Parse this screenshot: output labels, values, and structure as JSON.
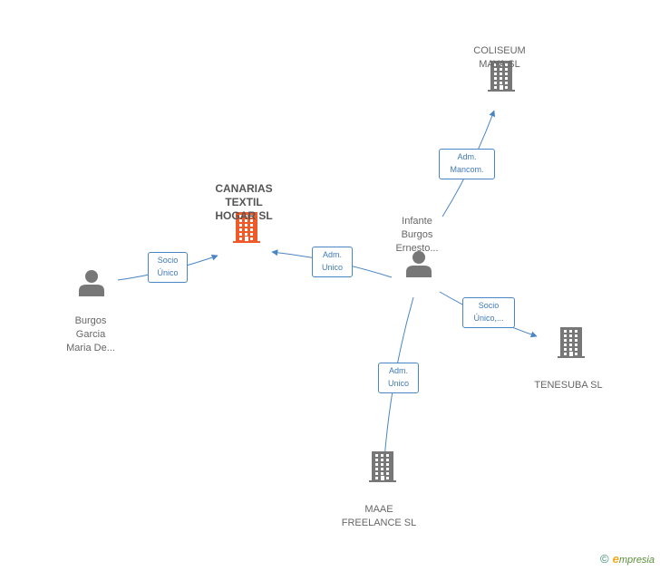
{
  "colors": {
    "main_company": "#f05a28",
    "company": "#777777",
    "person": "#777777",
    "edge": "#4a86c5"
  },
  "nodes": {
    "canarias": {
      "lines": [
        "CANARIAS",
        "TEXTIL",
        "HOGAR SL"
      ],
      "type": "company-main",
      "icon": "building-icon"
    },
    "coliseum": {
      "lines": [
        "COLISEUM",
        "MAYA  SL"
      ],
      "type": "company",
      "icon": "building-icon"
    },
    "tenesuba": {
      "lines": [
        "TENESUBA SL"
      ],
      "type": "company",
      "icon": "building-icon"
    },
    "maae": {
      "lines": [
        "MAAE",
        "FREELANCE SL"
      ],
      "type": "company",
      "icon": "building-icon"
    },
    "infante": {
      "lines": [
        "Infante",
        "Burgos",
        "Ernesto..."
      ],
      "type": "person",
      "icon": "person-icon"
    },
    "burgos": {
      "lines": [
        "Burgos",
        "Garcia",
        "Maria De..."
      ],
      "type": "person",
      "icon": "person-icon"
    }
  },
  "edges": {
    "burgos_canarias": {
      "lines": [
        "Socio",
        "Único"
      ]
    },
    "infante_canarias": {
      "lines": [
        "Adm.",
        "Unico"
      ]
    },
    "infante_coliseum": {
      "lines": [
        "Adm.",
        "Mancom."
      ]
    },
    "infante_tenesuba": {
      "lines": [
        "Socio",
        "Único,..."
      ]
    },
    "infante_maae": {
      "lines": [
        "Adm.",
        "Unico"
      ]
    }
  },
  "footer": {
    "copyright": "©",
    "brand_initial": "e",
    "brand_rest": "mpresia"
  }
}
